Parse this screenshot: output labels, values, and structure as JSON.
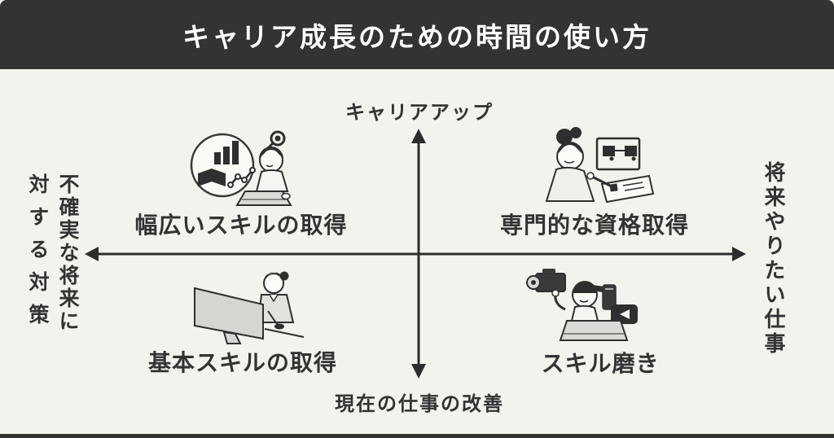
{
  "header": {
    "title": "キャリア成長のための時間の使い方"
  },
  "axes": {
    "top": "キャリアアップ",
    "bottom": "現在の仕事の改善",
    "left_line1": "不確実な将来に",
    "left_line2": "対する対策",
    "left_full": "不確実な将来に対する対策",
    "right": "将来やりたい仕事"
  },
  "quadrants": {
    "top_left": {
      "label": "幅広いスキルの取得",
      "illustration": "person-studying-with-laptop-book-and-charts"
    },
    "top_right": {
      "label": "専門的な資格取得",
      "illustration": "woman-writing-certificate-with-license-icons"
    },
    "bottom_left": {
      "label": "基本スキルの取得",
      "illustration": "person-working-at-desktop-monitor"
    },
    "bottom_right": {
      "label": "スキル磨き",
      "illustration": "person-with-video-camera-phone-and-laptop"
    }
  },
  "colors": {
    "header_bg": "#333333",
    "header_text": "#ffffff",
    "background": "#f4f2ec",
    "text": "#333333",
    "axis_line": "#2d2d2d",
    "illustration_fill": "#d9d7d3",
    "illustration_stroke": "#2f2f2f"
  }
}
